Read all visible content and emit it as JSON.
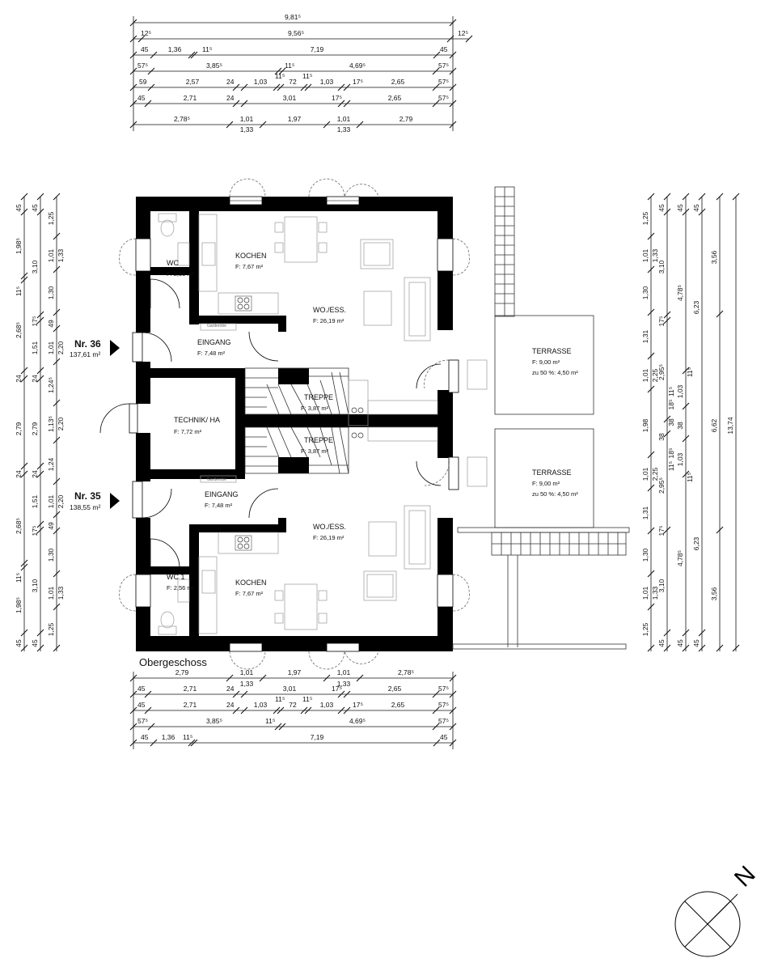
{
  "floor_label": "Obergeschoss",
  "units": [
    {
      "nr": "Nr. 36",
      "area": "137,61 m²"
    },
    {
      "nr": "Nr. 35",
      "area": "138,55 m²"
    }
  ],
  "rooms_north": {
    "wc": {
      "name": "WC",
      "area": "F: 2,56 m²"
    },
    "kochen": {
      "name": "KOCHEN",
      "area": "F: 7,67 m²"
    },
    "wohn": {
      "name": "WO./ESS.",
      "area": "F: 26,19 m²"
    },
    "eingang": {
      "name": "EINGANG",
      "area": "F: 7,48 m²"
    },
    "treppe": {
      "name": "TREPPE",
      "area": "F: 3,87 m²"
    },
    "terrasse": {
      "name": "TERRASSE",
      "area": "F: 9,00 m²",
      "note": "zu 50 %: 4,50 m²"
    },
    "garderobe": "Garderobe"
  },
  "rooms_south": {
    "wc": {
      "name": "WC 1",
      "area": "F: 2,56 m²"
    },
    "kochen": {
      "name": "KOCHEN",
      "area": "F: 7,67 m²"
    },
    "wohn": {
      "name": "WO./ESS.",
      "area": "F: 26,19 m²"
    },
    "eingang": {
      "name": "EINGANG",
      "area": "F: 7,48 m²"
    },
    "treppe": {
      "name": "TREPPE",
      "area": "F: 3,87 m²"
    },
    "terrasse": {
      "name": "TERRASSE",
      "area": "F: 9,00 m²",
      "note": "zu 50 %: 4,50 m²"
    },
    "garderobe": "Garderobe"
  },
  "technik": {
    "name": "TECHNIK/ HA",
    "area": "F: 7,72 m²"
  },
  "north_symbol": "N",
  "dims_top": [
    [
      "9,81⁵"
    ],
    [
      "12⁵",
      "9,56⁵",
      "12⁵"
    ],
    [
      "45",
      "1,36",
      "11⁵",
      "7,19",
      "45"
    ],
    [
      "57⁵",
      "3,85⁵",
      "11⁵",
      "4,69⁵",
      "57⁵"
    ],
    [
      "59",
      "2,57",
      "24",
      "1,03",
      "11⁵",
      "72",
      "11⁵",
      "1,03",
      "17⁵",
      "2,65",
      "57⁵"
    ],
    [
      "45",
      "2,71",
      "24",
      "3,01",
      "17⁵",
      "2,65",
      "57⁵"
    ],
    [
      "2,78⁵",
      "1,01",
      "1,33",
      "1,97",
      "1,01",
      "1,33",
      "2,79"
    ]
  ],
  "dims_bottom": [
    [
      "2,79",
      "1,01",
      "1,33",
      "1,97",
      "1,01",
      "1,33",
      "2,78⁵"
    ],
    [
      "45",
      "2,71",
      "24",
      "3,01",
      "17⁵",
      "2,65",
      "57⁵"
    ],
    [
      "45",
      "2,71",
      "24",
      "1,03",
      "11⁵",
      "72",
      "11⁵",
      "1,03",
      "17⁵",
      "2,65",
      "57⁵"
    ],
    [
      "57⁵",
      "3,85⁵",
      "11⁵",
      "4,69⁵",
      "57⁵"
    ],
    [
      "45",
      "1,36",
      "11⁵",
      "7,19",
      "45"
    ]
  ],
  "dims_left": [
    [
      "45",
      "1,98⁵",
      "11⁵",
      "2,68⁵",
      "24",
      "2,79",
      "24",
      "2,68⁵",
      "11⁵",
      "1,98⁵",
      "45"
    ],
    [
      "45",
      "3,10",
      "17⁵",
      "1,51",
      "24",
      "2,79",
      "24",
      "1,51",
      "17⁵",
      "3,10",
      "45"
    ],
    [
      "1,25",
      "1,01",
      "1,33",
      "1,30",
      "49",
      "1,01",
      "2,20",
      "1,24⁵",
      "1,13⁵",
      "2,20",
      "1,24",
      "1,01",
      "2,20",
      "49",
      "1,30",
      "1,01",
      "1,33",
      "1,25"
    ]
  ],
  "dims_right": [
    [
      "1,25",
      "1,01",
      "1,33",
      "1,30",
      "1,31",
      "1,01",
      "2,25",
      "1,98",
      "1,01",
      "2,25",
      "1,31",
      "1,30",
      "1,01",
      "1,33",
      "1,25"
    ],
    [
      "45",
      "3,10",
      "17⁵",
      "2,95⁵",
      "11⁵",
      "18⁵",
      "38",
      "38",
      "18⁵",
      "11⁵",
      "2,95⁵",
      "17⁵",
      "3,10",
      "45"
    ],
    [
      "45",
      "4,78⁵",
      "11⁵",
      "1,03",
      "38",
      "1,03",
      "11⁵",
      "4,78⁵",
      "45"
    ],
    [
      "45",
      "3,56",
      "6,23",
      "6,62",
      "6,23",
      "3,56",
      "45"
    ],
    [
      "13,74"
    ]
  ]
}
